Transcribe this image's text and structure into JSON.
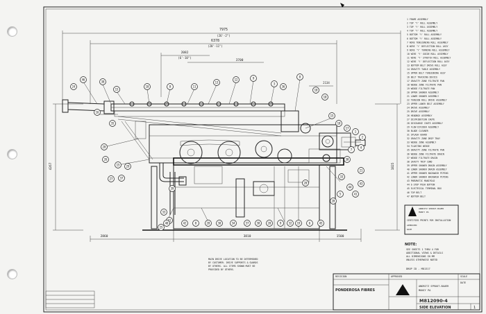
{
  "drawing": {
    "title": "SIDE ELEVATION",
    "drawing_number": "M812090-4",
    "sheet": "1",
    "customer": "PONDEROSA FIBRES",
    "company": "PONDEROSA FIBRES"
  },
  "dimensions": {
    "top_overall": "7975",
    "top_overall_sub": "(26'-2\")",
    "upper_span": "6378",
    "upper_span_sub": "(20'-11\")",
    "mid_span": "2082",
    "mid_span_sub": "(6'-10\")",
    "mid_span2": "3700",
    "lift_span": "2134",
    "left_height": "4267",
    "right_height": "1825",
    "bottom_left": "2860",
    "bottom_mid": "3810",
    "bottom_right": "1500"
  },
  "notes": {
    "heading": "NOTE:",
    "lines": [
      "SEE SHEETS 1 THRU 4 FOR",
      "ADDITIONAL VIEWS & DETAILS",
      "ALL DIMENSIONS IN MM",
      "UNLESS OTHERWISE NOTED"
    ],
    "bottom_note": [
      "MAIN DRIVE LOCATION TO BE DETERMINED",
      "BY CUSTOMER. DRIVE SUPPORTS & GUARDS",
      "BY OTHERS. ALL ITEMS SHOWN MUST BE",
      "PROVIDED BY OTHERS."
    ],
    "drop_ref": "DROP ID - M81317"
  },
  "parts_list": [
    "1  FRAME ASSEMBLY",
    "2  TOP 'Y' ROLL ASSEMBLY",
    "3  TOP 'Y' ROLL ASSEMBLY",
    "4  TOP 'Y' ROLL ASSEMBLY",
    "5  BOTTOM 'Y' ROLL ASSEMBLY",
    "6  BOTTOM 'Y' ROLL ASSEMBLY",
    "7  WIRE TENSIONING ROLL ASSEMBLY",
    "8  WIRE 'Y' DEFLECTION ROLL ASSY",
    "9  WIRE 'Y' TURNING ROLL ASSEMBLY",
    "10 WIRE 'Y' GUIDE ROLL ASSEMBLY",
    "11 WIRE 'Y' STRETCH ROLL ASSEMBLY",
    "12 WIRE 'Y' DEFLECTION ROLL ASSY",
    "13 BOTTOM BELT DRIVE ROLL ASSY",
    "14 GRAVITY TABLE ASSEMBLY",
    "15 UPPER BELT TENSIONING ASSY",
    "16 BELT TRACKING DEVICE",
    "17 GRAVITY ZONE FILTRATE PAN",
    "18 WEDGE ZONE FILTRATE PAN",
    "19 WEDGE FILTRATE PAN",
    "20 UPPER SHOWER ASSEMBLY",
    "21 LOWER SHOWER ASSEMBLY",
    "22 TENSION ROLL DRIVE ASSEMBLY",
    "23 UPPER LOWER BELT ASSEMBLY",
    "24 DRIVE ASSEMBLY",
    "25 DRIVE ASSEMBLY",
    "26 HEADBOX ASSEMBLY",
    "27 DISTRIBUTION CHUTE",
    "28 DISCHARGE CHUTE ASSEMBLY",
    "29 FLOW DIVIDER ASSEMBLY",
    "30 BLADE CLEANER",
    "31 SPLASH GUARD",
    "32 GRAVITY ZONE DRIP TRAY",
    "33 WEDGE ZONE ASSEMBLY",
    "34 FLOATING WEDGE",
    "35 GRAVITY ZONE FILTRATE PAN",
    "36 WEDGE ZONE FILTRATE DRAIN",
    "37 WEDGE FILTRATE DRAIN",
    "38 SAFETY TRIP CORD",
    "39 UPPER SHOWER DRAIN ASSEMBLY",
    "40 LOWER SHOWER DRAIN ASSEMBLY",
    "41 UPPER SHOWER BACKWASH PIPING",
    "42 LOWER SHOWER BACKWASH PIPING",
    "43 PNEUMATIC MANIFOLD",
    "44 E-STOP PUSH BUTTON",
    "45 ELECTRICAL TERMINAL BOX",
    "46 TOP BELT",
    "47 BOTTOM BELT"
  ],
  "balloons": {
    "top": [
      "46",
      "38",
      "15",
      "18",
      "8",
      "11",
      "13",
      "12",
      "9",
      "3",
      "36",
      "8",
      "10",
      "10",
      "15",
      "18",
      "17",
      "1",
      "2"
    ],
    "left": [
      "24",
      "16",
      "28",
      "35",
      "15",
      "29",
      "37",
      "27",
      "26",
      "39",
      "33",
      "31",
      "25"
    ],
    "right": [
      "33",
      "38",
      "7",
      "4",
      "21",
      "43",
      "44",
      "41",
      "5",
      "28"
    ],
    "bottom": [
      "40",
      "42",
      "8",
      "28",
      "30",
      "34",
      "37",
      "38",
      "20",
      "9",
      "32",
      "19",
      "6",
      "45",
      "20"
    ]
  },
  "title_block": {
    "company_lines": [
      "ANDRITZ SPROUT-BAUER",
      "MUNCY PA"
    ],
    "revision_label": "REVISION",
    "approved_label": "APPROVED",
    "scale_label": "SCALE",
    "date_label": "DATE",
    "stamp_title": "CERTIFIED PRINTS FOR INSTALLATION",
    "stamp_lines": [
      "APPROVED",
      "DATE"
    ]
  },
  "colors": {
    "paper": "#f4f4f2",
    "ink": "#222222"
  }
}
